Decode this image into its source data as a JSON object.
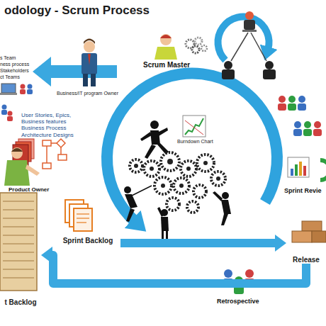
{
  "diagram": {
    "title": "odology - Scrum Process",
    "nodes": [
      {
        "text": [
          "Sprint Backlog"
        ]
      },
      {
        "text": [
          "Release"
        ]
      },
      {
        "text": [
          "t Backlog"
        ]
      }
    ],
    "edges": [
      {
        "from": 0,
        "to": 1,
        "arrow": "to"
      },
      {
        "from": 1,
        "to": 2,
        "arrow": "to"
      }
    ],
    "labels": [
      "s Team",
      "ness process",
      "Stakeholders",
      "ct Teams",
      "Business/IT program Owner",
      "Scrum Master",
      "User Stories, Epics, Business features Business Process Architecture Designs",
      "Burndown Chart",
      "Product Owner",
      "Sprint Revie",
      "Retrospective"
    ]
  }
}
